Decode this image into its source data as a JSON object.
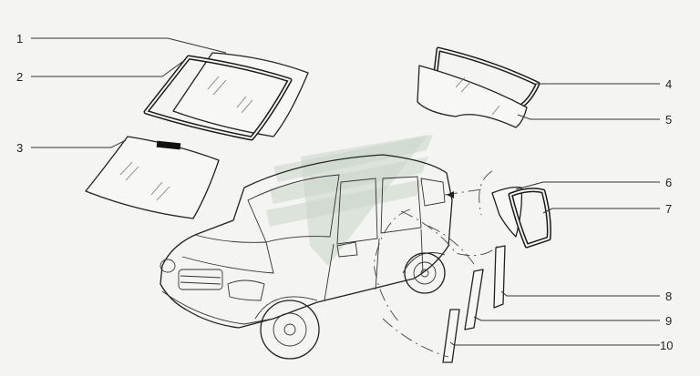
{
  "callouts": [
    "1",
    "2",
    "3",
    "4",
    "5",
    "6",
    "7",
    "8",
    "9",
    "10"
  ],
  "watermark_icon": "chevrolet-style-logo-watermark",
  "colors": {
    "background": "#f4f4f2",
    "ink": "#222222",
    "watermark": "#c9d5c9"
  }
}
